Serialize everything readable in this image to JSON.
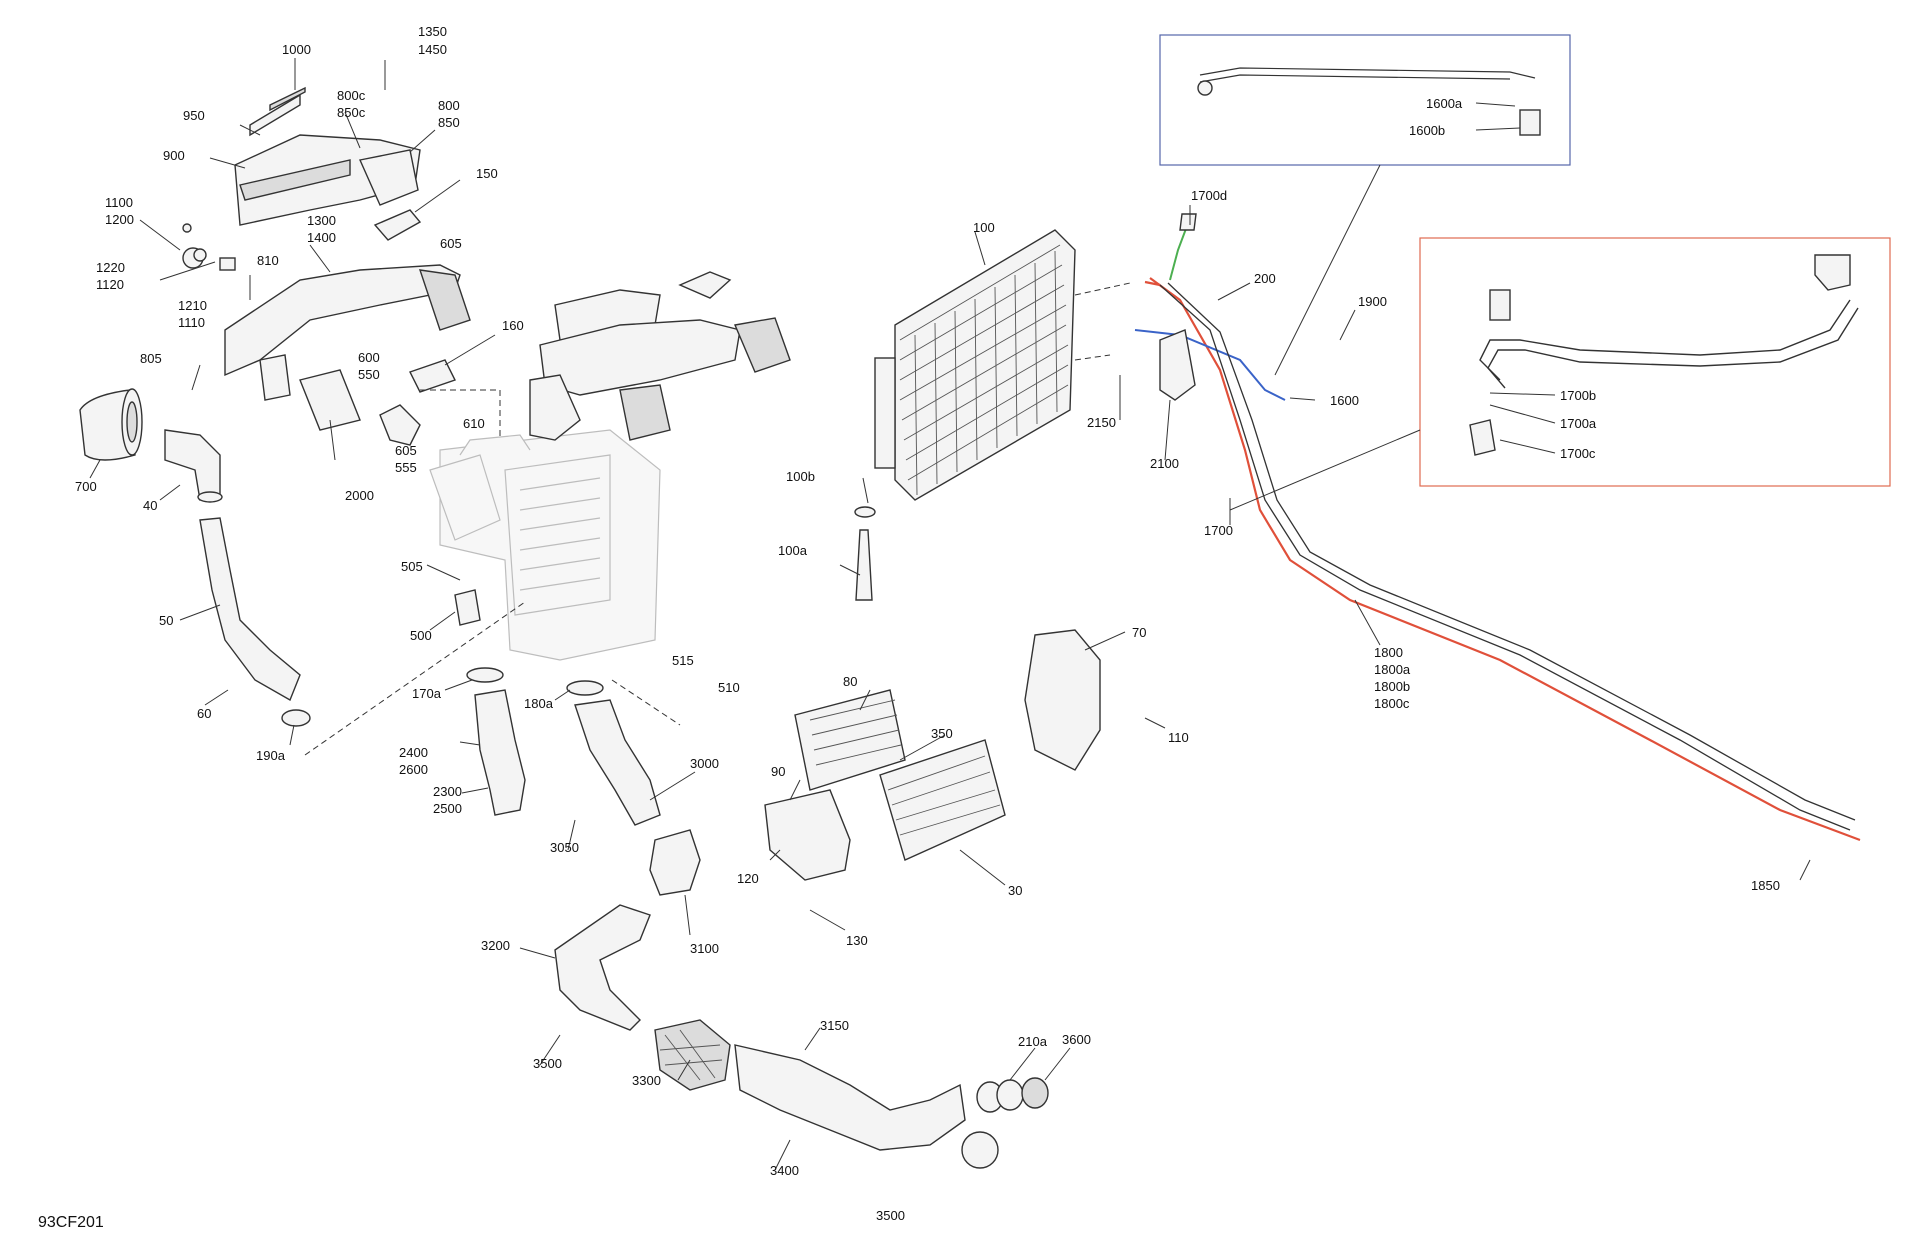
{
  "reference_code": "93CF201",
  "callouts": {
    "c1000": "1000",
    "c1350": "1350",
    "c1450": "1450",
    "c950": "950",
    "c900": "900",
    "c800c": "800c",
    "c850c": "850c",
    "c800": "800",
    "c850": "850",
    "c150": "150",
    "c1100": "1100",
    "c1200": "1200",
    "c1220": "1220",
    "c1120": "1120",
    "c1300": "1300",
    "c1400": "1400",
    "c605a": "605",
    "c810": "810",
    "c1210": "1210",
    "c1110": "1110",
    "c160": "160",
    "c805": "805",
    "c600": "600",
    "c550": "550",
    "c610": "610",
    "c605b": "605",
    "c555": "555",
    "c2000": "2000",
    "c700": "700",
    "c40": "40",
    "c50": "50",
    "c60": "60",
    "c505": "505",
    "c500": "500",
    "c190a": "190a",
    "c170a": "170a",
    "c180a": "180a",
    "c515": "515",
    "c510": "510",
    "c2400": "2400",
    "c2600": "2600",
    "c2300": "2300",
    "c2500": "2500",
    "c3000": "3000",
    "c3050": "3050",
    "c3100": "3100",
    "c3200": "3200",
    "c3300": "3300",
    "c3500a": "3500",
    "c3150": "3150",
    "c3400": "3400",
    "c3500b": "3500",
    "c210a": "210a",
    "c3600": "3600",
    "c100": "100",
    "c100b": "100b",
    "c100a": "100a",
    "c80": "80",
    "c90": "90",
    "c350": "350",
    "c120": "120",
    "c130": "130",
    "c30": "30",
    "c70": "70",
    "c110": "110",
    "c1700d": "1700d",
    "c200": "200",
    "c2150": "2150",
    "c2100": "2100",
    "c1900": "1900",
    "c1600": "1600",
    "c1700": "1700",
    "c1800": "1800",
    "c1800a": "1800a",
    "c1800b": "1800b",
    "c1800c": "1800c",
    "c1850": "1850",
    "c1600a": "1600a",
    "c1600b": "1600b",
    "c1700b": "1700b",
    "c1700a": "1700a",
    "c1700c": "1700c"
  },
  "colors": {
    "highlight_red": "#e0503a",
    "highlight_blue": "#3a63c8",
    "highlight_green": "#4caf50",
    "detail_box_blue": "#5566aa",
    "detail_box_red": "#e06a50"
  }
}
